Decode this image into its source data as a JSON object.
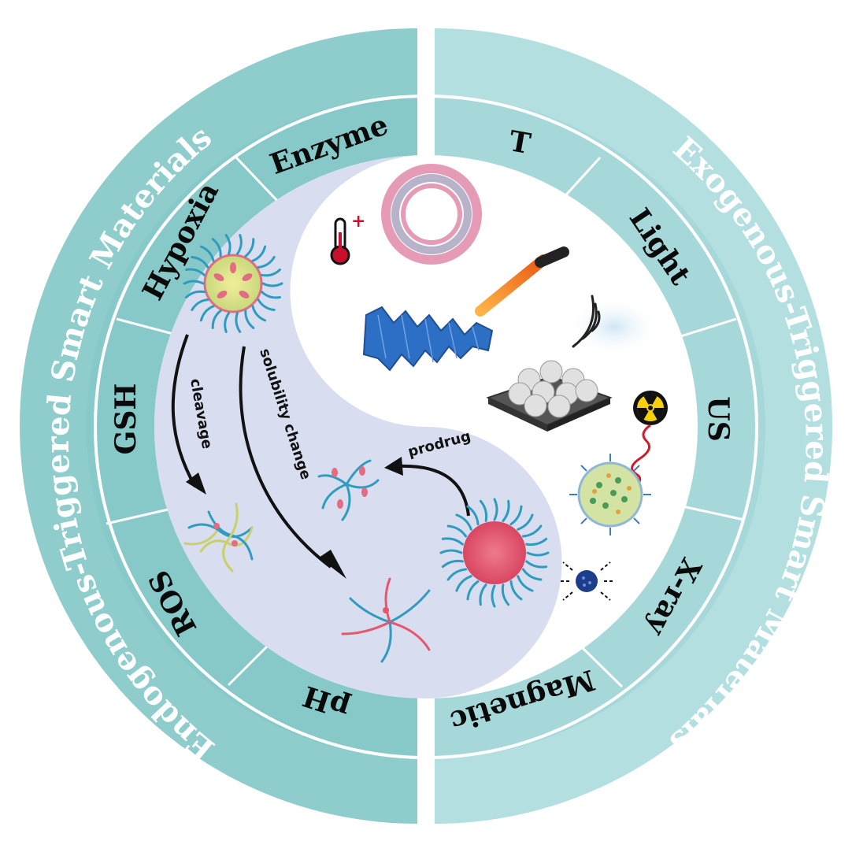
{
  "rings": {
    "endogenous_title": "Endogenous-Triggered Smart Materials",
    "exogenous_title": "Exogenous-Triggered Smart Materials"
  },
  "endogenous_triggers": [
    "Enzyme",
    "Hypoxia",
    "GSH",
    "ROS",
    "pH"
  ],
  "exogenous_triggers": [
    "T",
    "Light",
    "US",
    "X-ray",
    "Magnetic"
  ],
  "process_labels": {
    "cleavage": "cleavage",
    "solubility": "solubility change",
    "prodrug": "prodrug"
  },
  "colors": {
    "endogenous_ring": "#8ecdcc",
    "exogenous_ring": "#b3dfe0",
    "endogenous_segments": "#86c9c8",
    "exogenous_segments": "#a6d8d9",
    "yin_side": "#d9ddf0",
    "yang_side": "#ffffff",
    "polymer_teal": "#2f9cbf",
    "core_pink": "#e8566e",
    "sheet_blue": "#2d6fc4"
  },
  "icons": [
    "thermometer-icon",
    "radiation-icon",
    "ultrasound-wave-icon",
    "laser-pen-icon",
    "magnetic-nanoparticle-icon"
  ]
}
